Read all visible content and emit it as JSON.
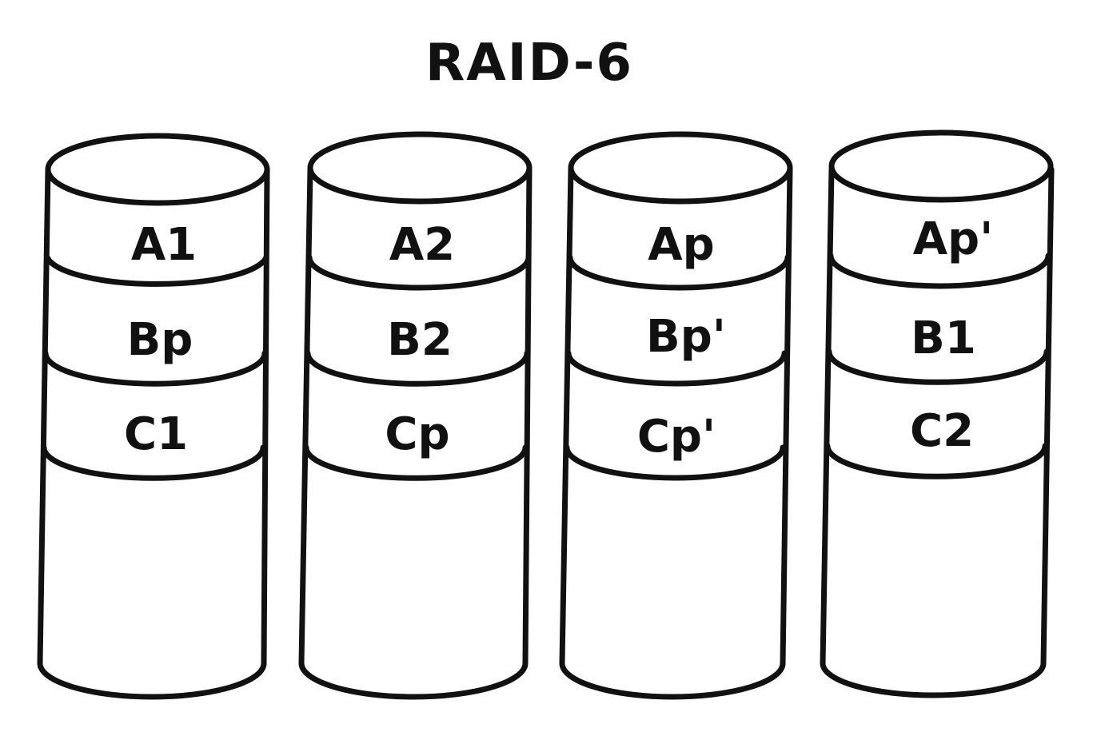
{
  "title": "RAID-6",
  "disks": [
    {
      "blocks": [
        "A1",
        "Bp",
        "C1"
      ]
    },
    {
      "blocks": [
        "A2",
        "B2",
        "Cp"
      ]
    },
    {
      "blocks": [
        "Ap",
        "Bp'",
        "Cp'"
      ]
    },
    {
      "blocks": [
        "Ap'",
        "B1",
        "C2"
      ]
    }
  ]
}
